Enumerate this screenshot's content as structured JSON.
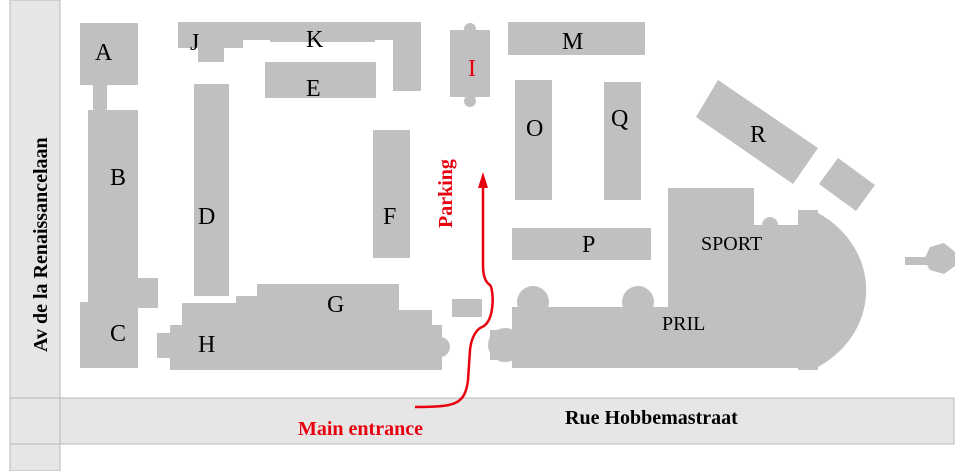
{
  "streets": {
    "left": "Av de la Renaissancelaan",
    "bottom": "Rue Hobbemastraat"
  },
  "buildings": {
    "A": "A",
    "B": "B",
    "C": "C",
    "D": "D",
    "E": "E",
    "F": "F",
    "G": "G",
    "H": "H",
    "I": "I",
    "J": "J",
    "K": "K",
    "M": "M",
    "O": "O",
    "P": "P",
    "Q": "Q",
    "R": "R",
    "sport": "SPORT",
    "pril": "PRIL"
  },
  "labels": {
    "parking": "Parking",
    "main_entrance": "Main entrance"
  },
  "colors": {
    "building": "#c0c0c0",
    "street": "#e6e6e6",
    "route": "#e8000e",
    "highlight": "#e8000e"
  }
}
